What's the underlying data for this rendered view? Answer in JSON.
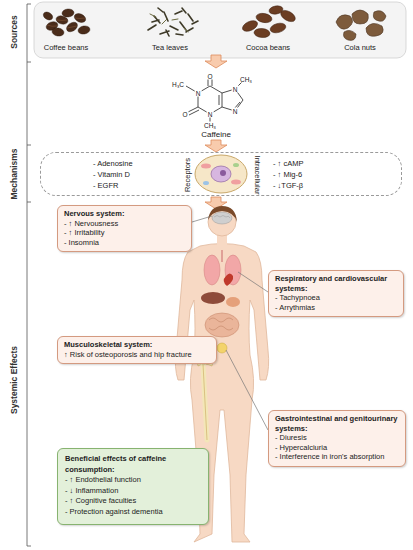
{
  "diagram": {
    "nodes": [
      {
        "text": [
          "- Adenosine",
          "- Vitamin D",
          "- EGFR",
          "Receptors",
          "Intracellular",
          "- ↑ cAMP",
          "- ↑ Mig-6",
          "- ↓TGF-β"
        ]
      },
      {
        "text": [
          "Nervous system:",
          "- ↑ Nervousness",
          "- ↑ Irritability",
          "- Insomnia"
        ]
      },
      {
        "text": [
          "Respiratory and cardiovascular systems:",
          "- Tachypnoea",
          "- Arrythmias"
        ]
      },
      {
        "text": [
          "Musculoskeletal system:",
          "↑ Risk of osteoporosis and hip fracture"
        ]
      },
      {
        "text": [
          "Gastrointestinal and genitourinary systems:",
          "- Diuresis",
          "- Hypercalciuria",
          "- Interference in iron's absorption"
        ]
      },
      {
        "text": [
          "Beneficial effects of caffeine consumption:",
          "- ↑ Endothelial function",
          "- ↓ Inflammation",
          "- ↑ Cognitive faculties",
          "- Protection against dementia"
        ]
      }
    ],
    "labels": [
      "Sources",
      "Coffee beans",
      "Tea leaves",
      "Cocoa beans",
      "Cola nuts",
      "H₃C",
      "O",
      "N",
      "O",
      "N",
      "CH₃",
      "N",
      "CH₃",
      "N",
      "Caffeine",
      "Mechanisms",
      "Systemic Effects"
    ]
  }
}
